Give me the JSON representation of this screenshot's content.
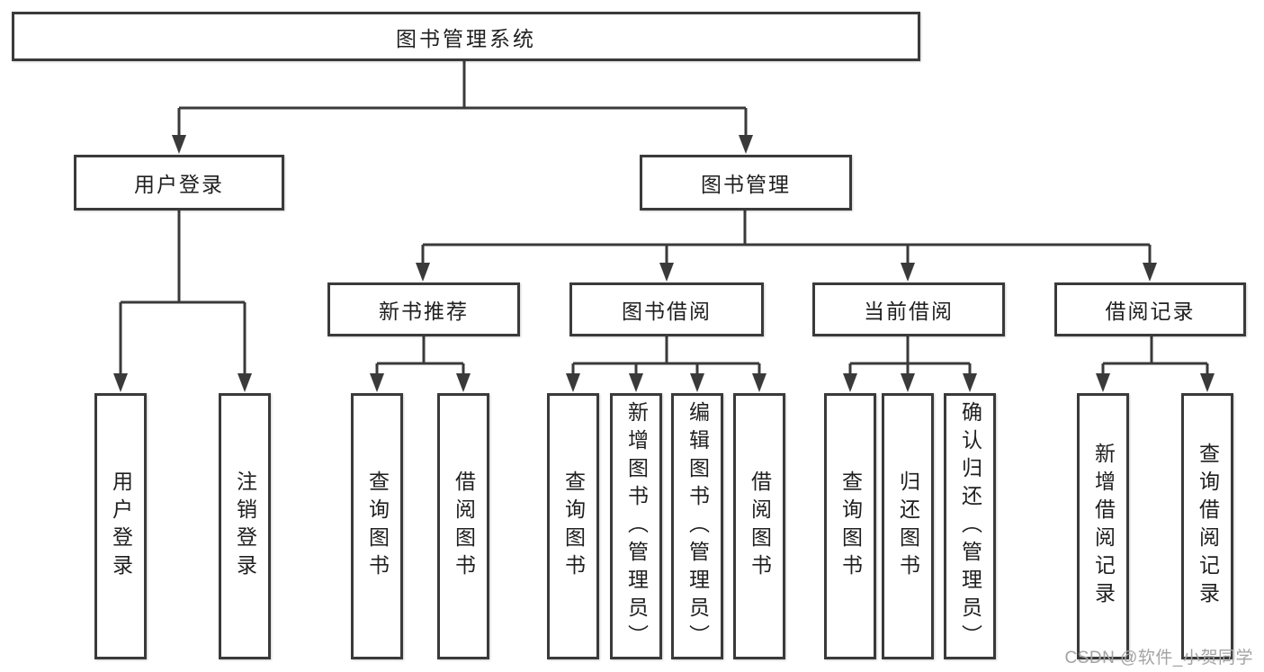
{
  "title": {
    "label": "图书管理系统"
  },
  "branches": {
    "user": {
      "label": "用户登录",
      "children": [
        {
          "label": "用户登录"
        },
        {
          "label": "注销登录"
        }
      ]
    },
    "books": {
      "label": "图书管理",
      "modules": [
        {
          "label": "新书推荐",
          "children": [
            {
              "label": "查询图书"
            },
            {
              "label": "借阅图书"
            }
          ]
        },
        {
          "label": "图书借阅",
          "children": [
            {
              "label": "查询图书"
            },
            {
              "label": "新增图书（管理员）"
            },
            {
              "label": "编辑图书（管理员）"
            },
            {
              "label": "借阅图书"
            }
          ]
        },
        {
          "label": "当前借阅",
          "children": [
            {
              "label": "查询图书"
            },
            {
              "label": "归还图书"
            },
            {
              "label": "确认归还（管理员）"
            }
          ]
        },
        {
          "label": "借阅记录",
          "children": [
            {
              "label": "新增借阅记录"
            },
            {
              "label": "查询借阅记录"
            }
          ]
        }
      ]
    }
  },
  "watermark": {
    "text": "CSDN @软件_小贺同学"
  },
  "colors": {
    "line": "#3a3a3a",
    "box_border": "#3a3a3a",
    "box_bg": "#ffffff",
    "text": "#1f1f1f",
    "watermark": "#a3a3a3"
  }
}
